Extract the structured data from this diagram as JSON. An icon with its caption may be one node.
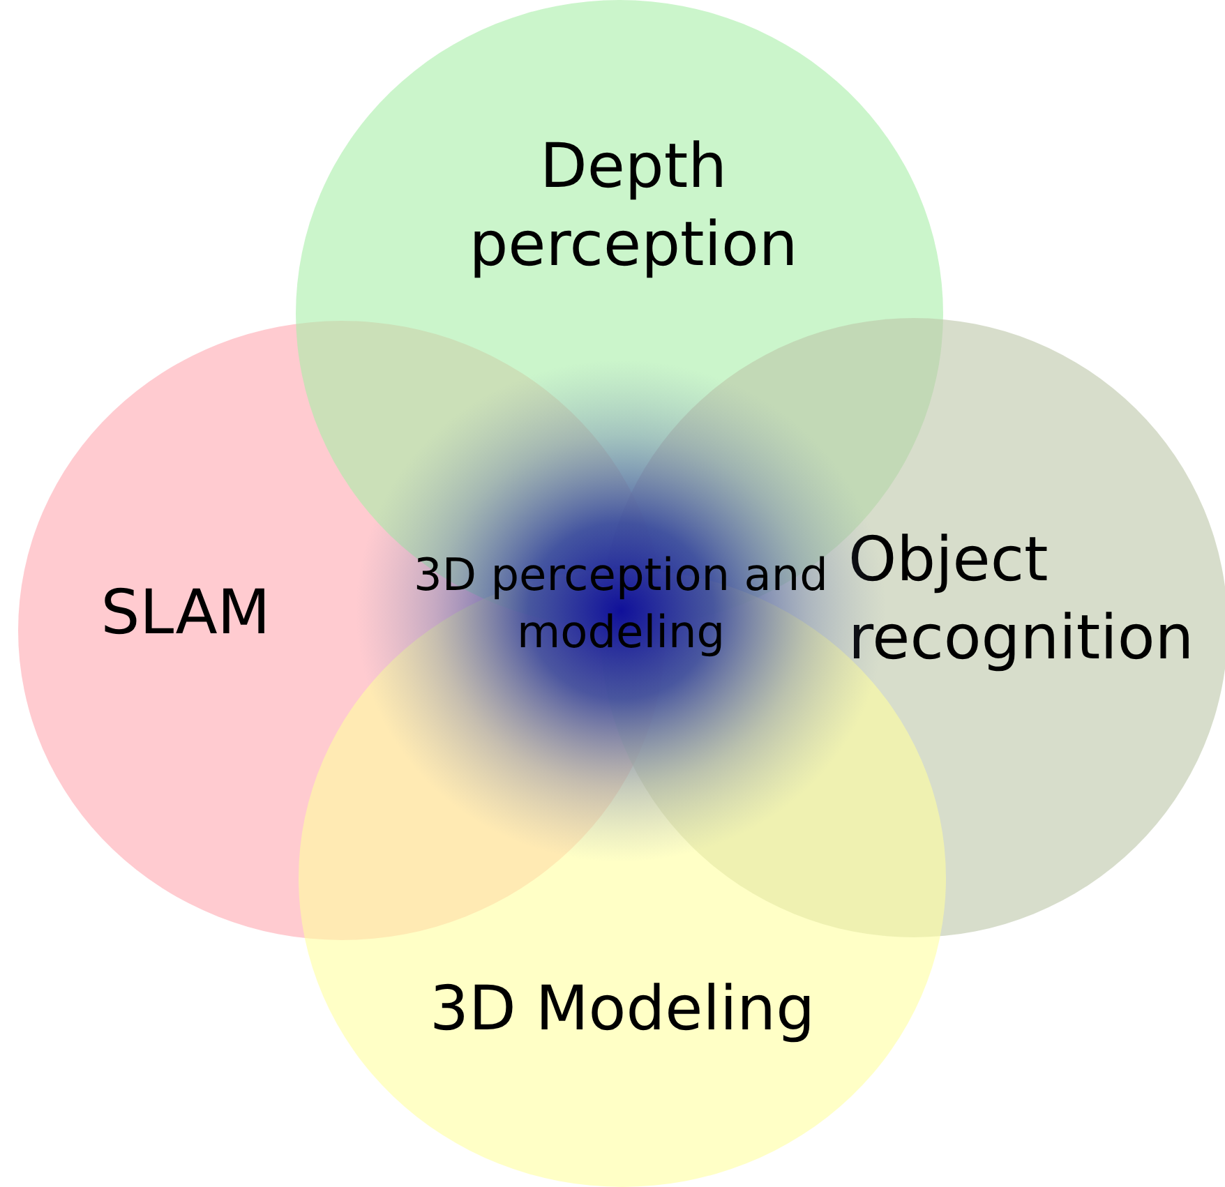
{
  "diagram": {
    "nodes": [
      {
        "text": [
          "Depth perception"
        ]
      },
      {
        "text": [
          "SLAM"
        ]
      },
      {
        "text": [
          "3D perception and modeling"
        ]
      },
      {
        "text": [
          "Object recognition"
        ]
      },
      {
        "text": [
          "3D Modeling"
        ]
      }
    ]
  }
}
